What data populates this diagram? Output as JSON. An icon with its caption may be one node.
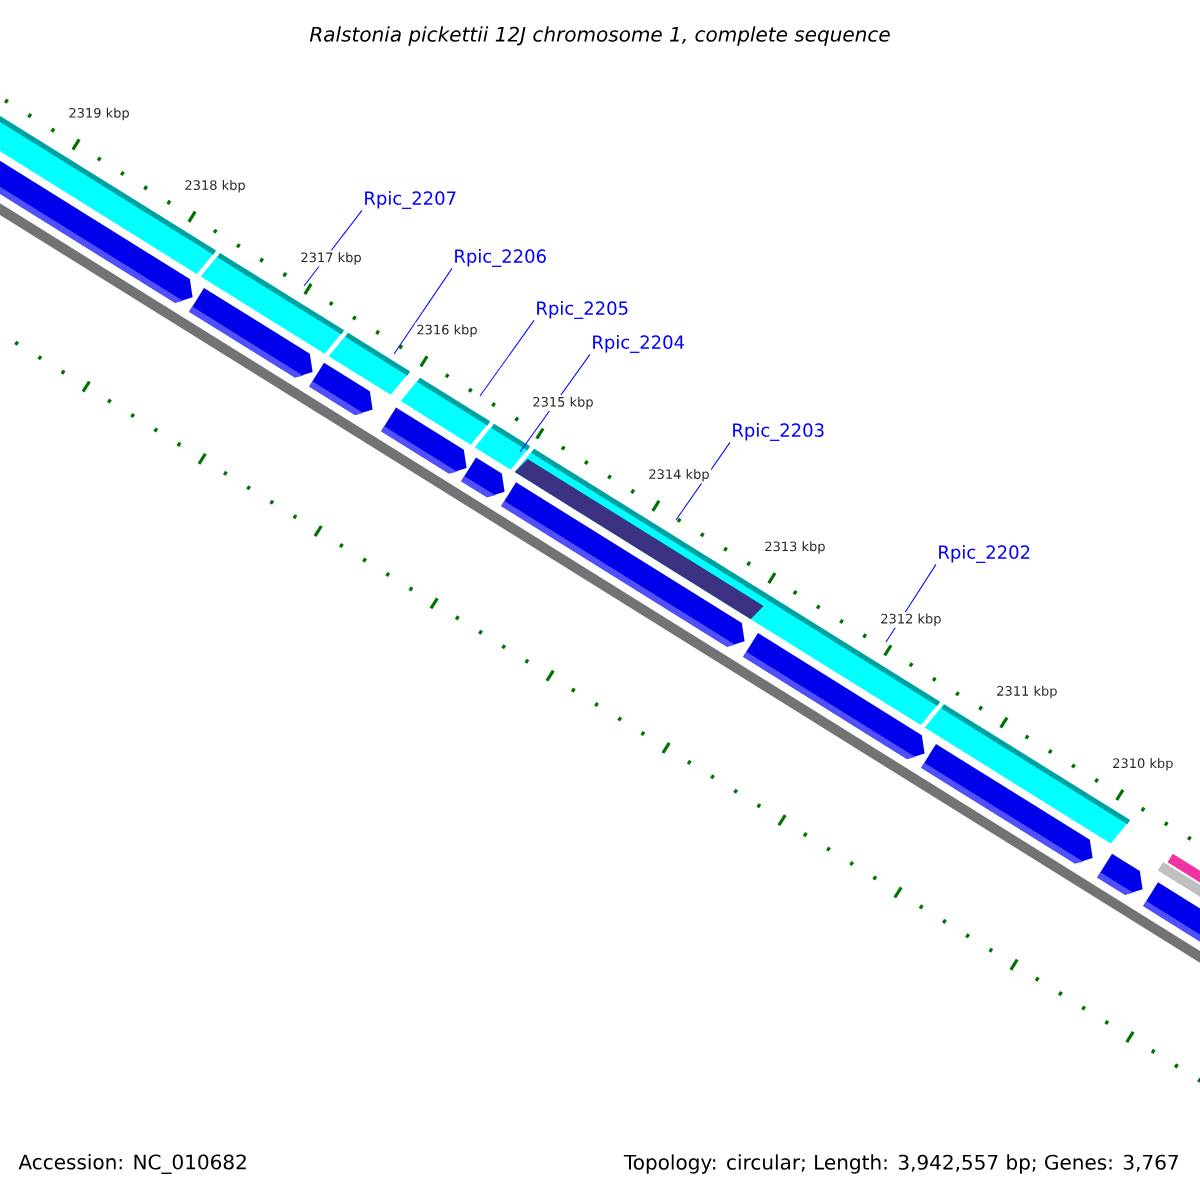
{
  "diagram": {
    "title": "Ralstonia pickettii 12J chromosome 1, complete sequence",
    "nodes": [
      {
        "text": [
          "Rpic_2207"
        ]
      },
      {
        "text": [
          "Rpic_2206"
        ]
      },
      {
        "text": [
          "Rpic_2205"
        ]
      },
      {
        "text": [
          "Rpic_2204"
        ]
      },
      {
        "text": [
          "Rpic_2203"
        ]
      },
      {
        "text": [
          "Rpic_2202"
        ]
      }
    ],
    "edges": [
      {
        "from": 0,
        "to": null,
        "arrow": "none"
      },
      {
        "from": 1,
        "to": null,
        "arrow": "none"
      },
      {
        "from": 2,
        "to": null,
        "arrow": "none"
      },
      {
        "from": 3,
        "to": null,
        "arrow": "none"
      },
      {
        "from": 4,
        "to": null,
        "arrow": "none"
      },
      {
        "from": 5,
        "to": null,
        "arrow": "none"
      }
    ],
    "labels": [
      "2319 kbp",
      "2318 kbp",
      "2317 kbp",
      "2316 kbp",
      "2315 kbp",
      "2314 kbp",
      "2313 kbp",
      "2312 kbp",
      "2311 kbp",
      "2310 kbp",
      "Accession: NC_010682",
      "Topology: circular; Length: 3,942,557 bp; Genes: 3,767"
    ]
  }
}
